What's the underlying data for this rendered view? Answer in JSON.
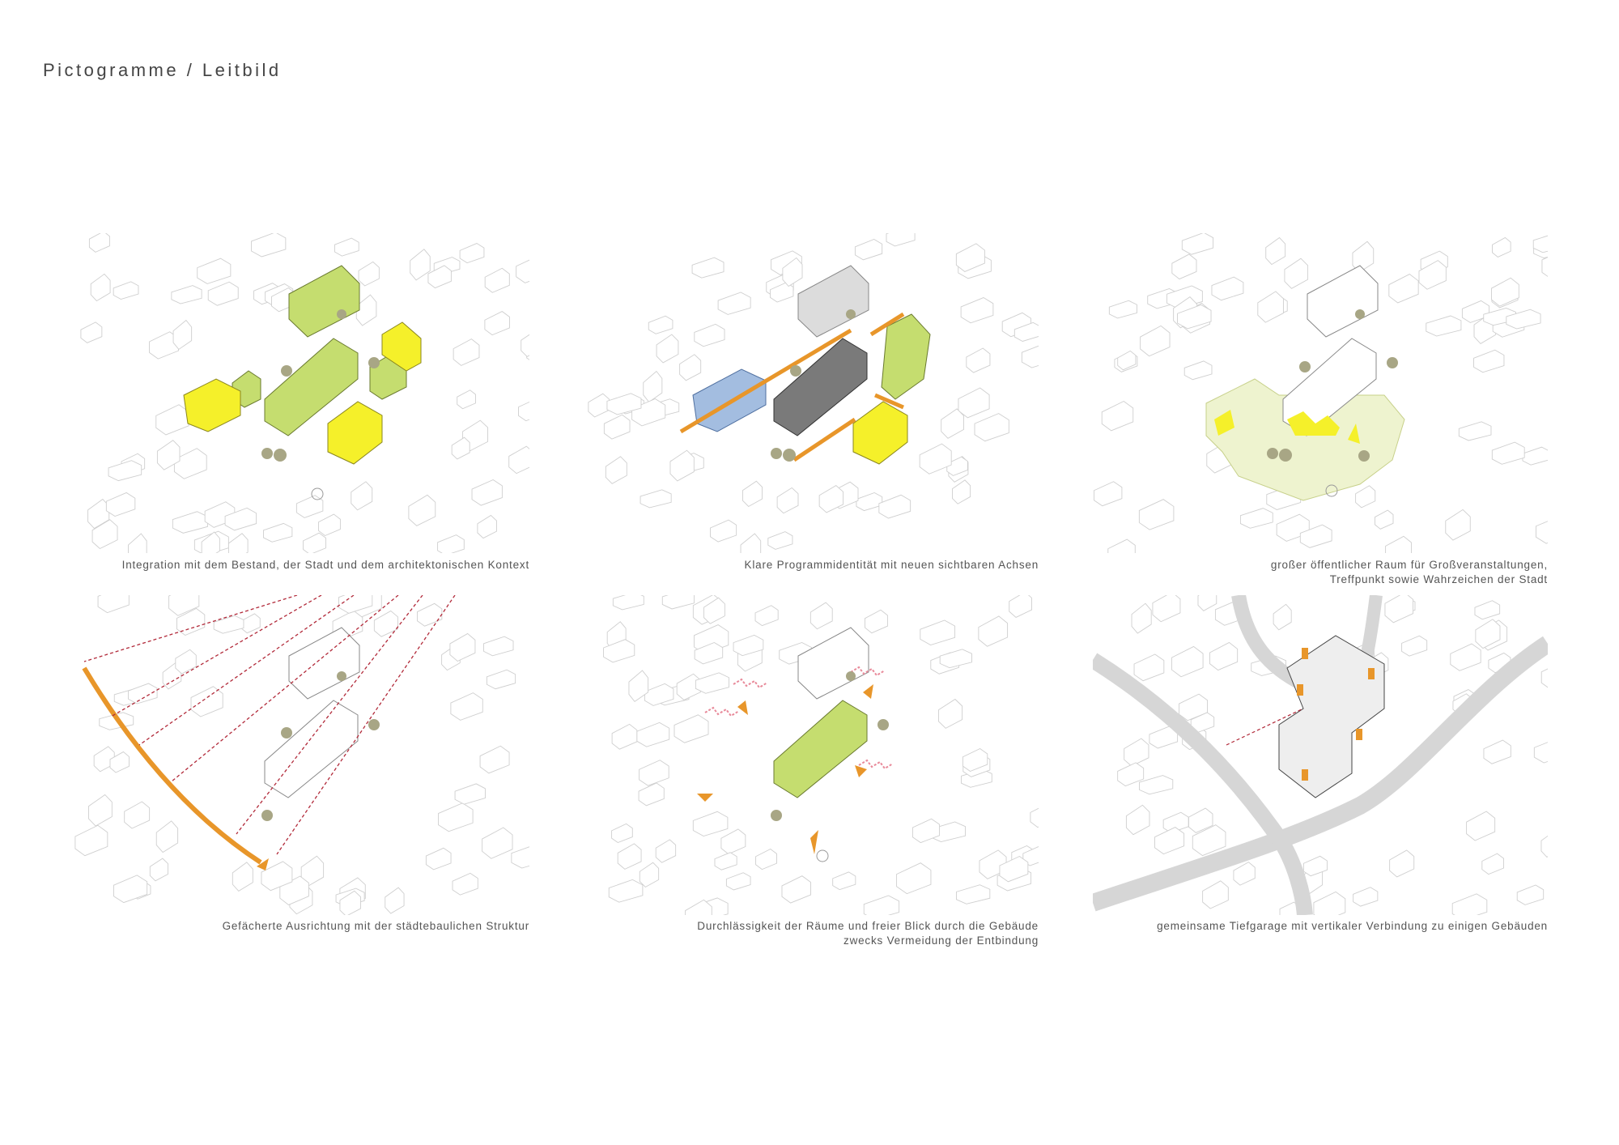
{
  "header": {
    "title": "Pictogramme / Leitbild"
  },
  "panels": [
    {
      "id": "integration",
      "caption": [
        "Integration mit dem Bestand, der Stadt und dem architektonischen Kontext"
      ]
    },
    {
      "id": "programm",
      "caption": [
        "Klare Programmidentität mit neuen sichtbaren Achsen"
      ]
    },
    {
      "id": "raum",
      "caption": [
        "großer öffentlicher Raum für Großveranstaltungen,",
        "Treffpunkt sowie Wahrzeichen der Stadt"
      ]
    },
    {
      "id": "ausrichtung",
      "caption": [
        "Gefächerte Ausrichtung mit der städtebaulichen Struktur"
      ]
    },
    {
      "id": "durchlaessigkeit",
      "caption": [
        "Durchlässigkeit der Räume und freier Blick durch die Gebäude",
        "zwecks Vermeidung der Entbindung"
      ]
    },
    {
      "id": "tiefgarage",
      "caption": [
        "gemeinsame Tiefgarage mit vertikaler Verbindung zu einigen Gebäuden"
      ]
    }
  ],
  "colors": {
    "green": "#c5dd6f",
    "yellow": "#f5f02a",
    "blue": "#a3bde0",
    "gray": "#7a7a7a",
    "lightgray": "#dcdcdc",
    "orange": "#e8962a",
    "red_dash": "#b22a3a",
    "tree": "#a8a685",
    "plaza": "#eef3cf",
    "road": "#d6d6d6"
  }
}
